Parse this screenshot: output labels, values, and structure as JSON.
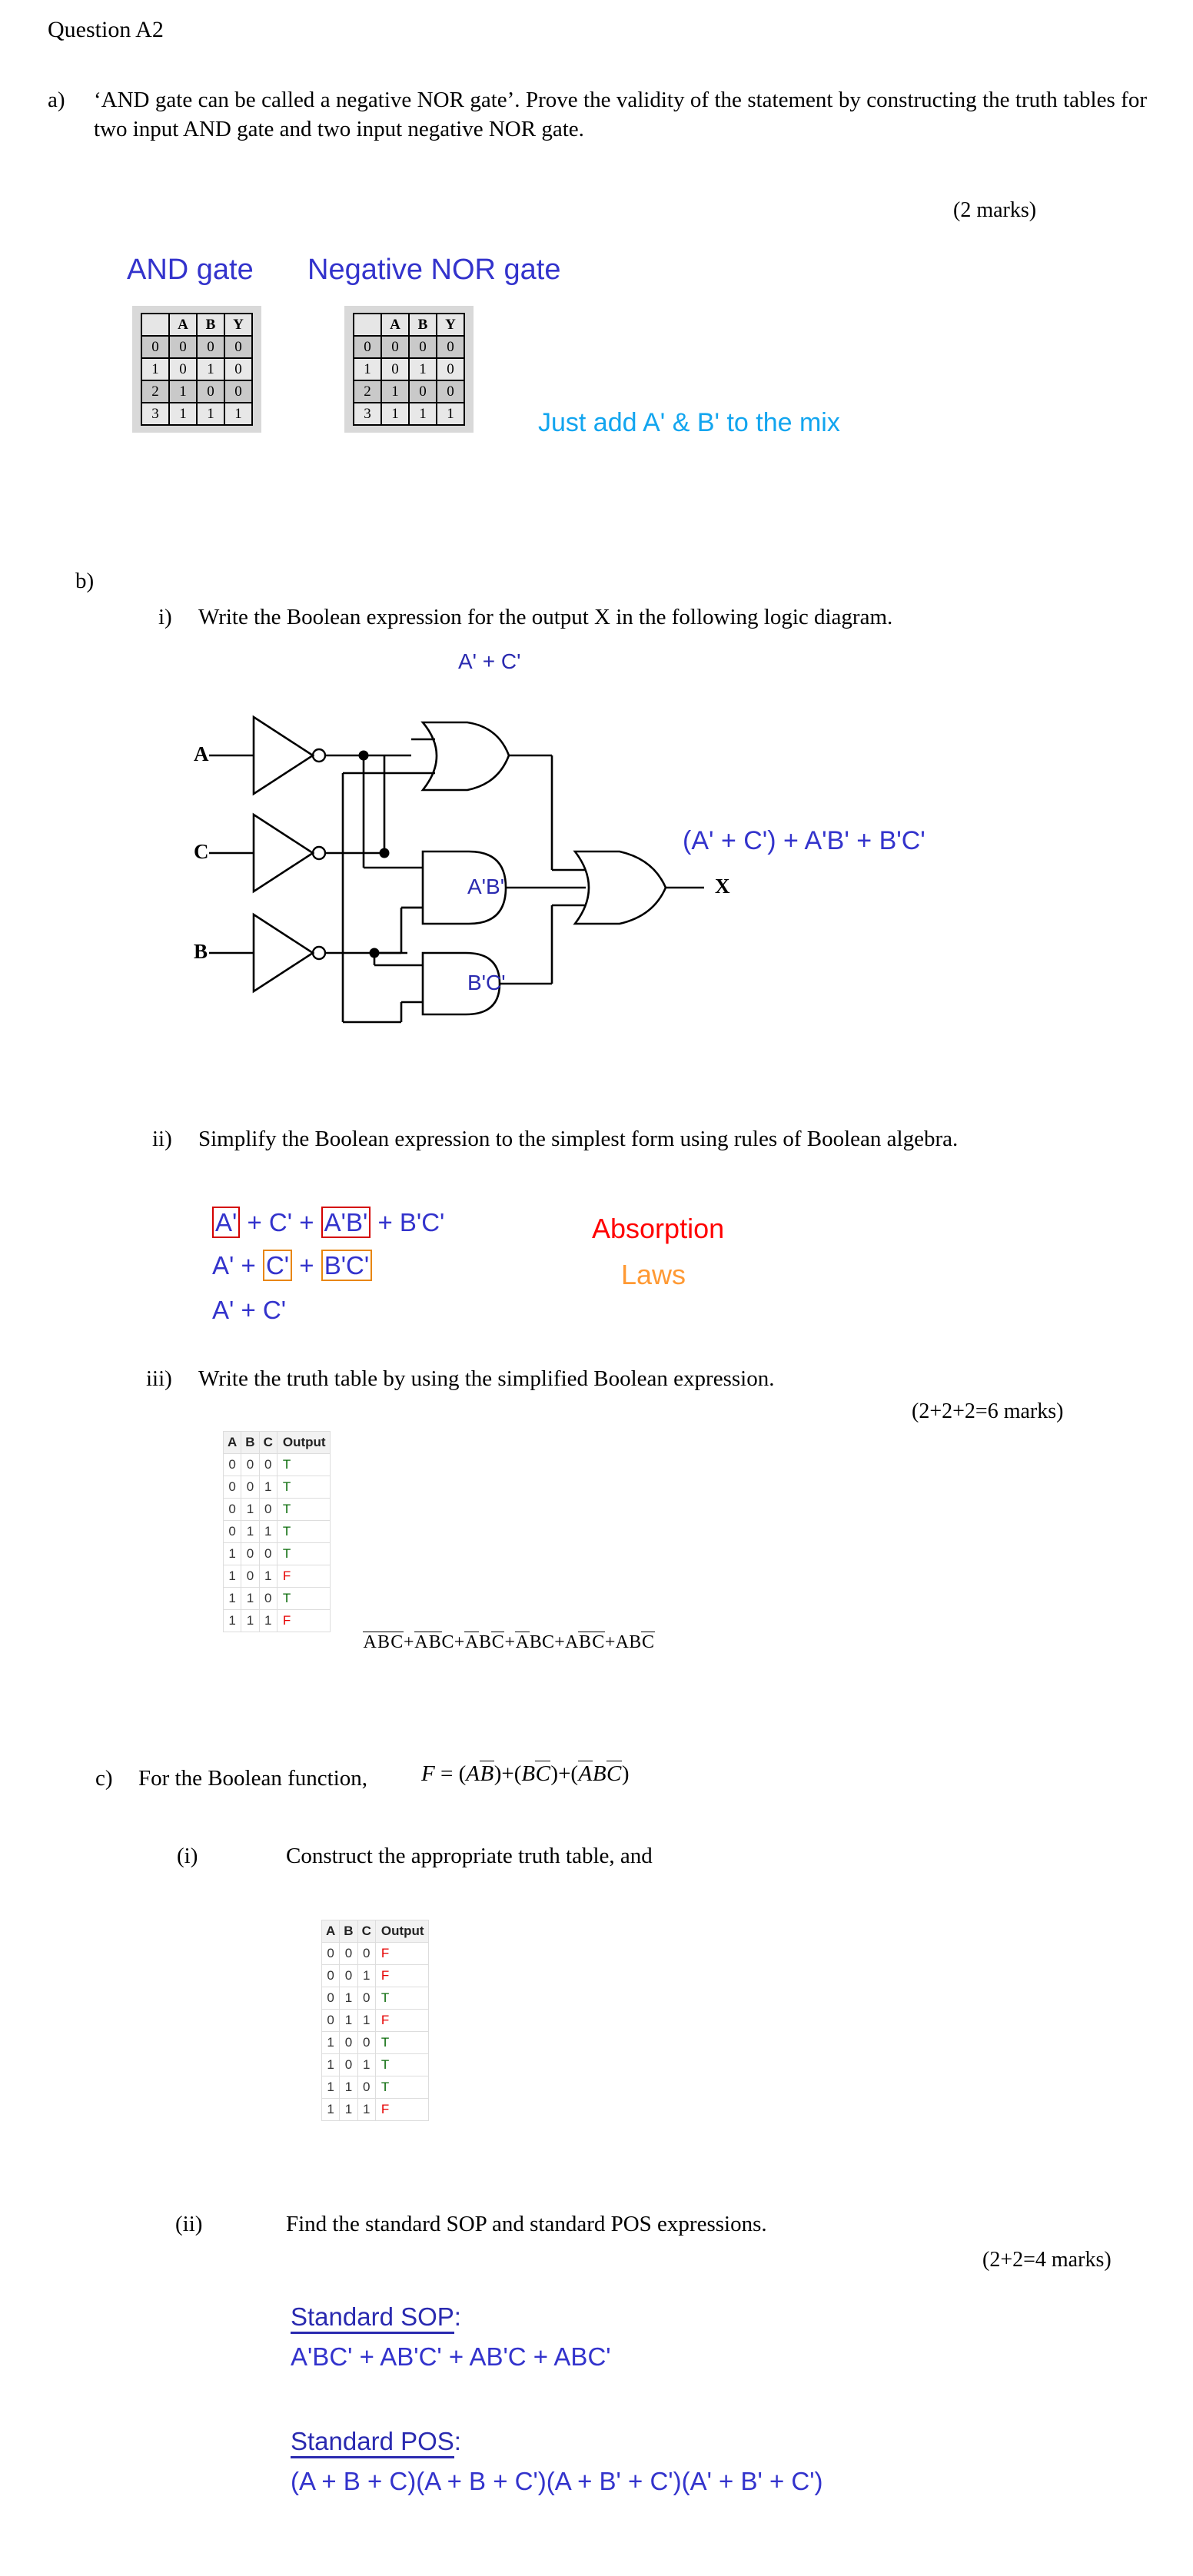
{
  "question": {
    "title": "Question A2"
  },
  "part_a": {
    "marker": "a)",
    "text": "‘AND gate can be called a negative NOR gate’. Prove the validity of the statement by constructing the truth tables for two input AND gate and two input negative NOR gate.",
    "marks": "(2 marks)",
    "and_gate_label": "AND gate",
    "negative_nor_label": "Negative NOR gate",
    "note": "Just add A' & B' to the mix",
    "and_table": {
      "headers": [
        "",
        "A",
        "B",
        "Y"
      ],
      "rows": [
        [
          "0",
          "0",
          "0",
          "0"
        ],
        [
          "1",
          "0",
          "1",
          "0"
        ],
        [
          "2",
          "1",
          "0",
          "0"
        ],
        [
          "3",
          "1",
          "1",
          "1"
        ]
      ]
    },
    "nor_table": {
      "headers": [
        "",
        "A",
        "B",
        "Y"
      ],
      "rows": [
        [
          "0",
          "0",
          "0",
          "0"
        ],
        [
          "1",
          "0",
          "1",
          "0"
        ],
        [
          "2",
          "1",
          "0",
          "0"
        ],
        [
          "3",
          "1",
          "1",
          "1"
        ]
      ]
    }
  },
  "part_b": {
    "marker": "b)",
    "i": {
      "marker": "i)",
      "text": "Write the Boolean expression for the output X in the following logic diagram."
    },
    "diagram": {
      "input_a": "A",
      "input_b": "B",
      "input_c": "C",
      "output": "X",
      "label_or_top": "A' + C'",
      "label_and_mid": "A'B'",
      "label_and_bot": "B'C'",
      "result_expression": "(A' + C') + A'B' + B'C'"
    },
    "ii": {
      "marker": "ii)",
      "text": "Simplify the Boolean expression to the simplest form using rules of Boolean algebra.",
      "line1": {
        "t1": "A'",
        "t2": "+ C' +",
        "t3": "A'B'",
        "t4": "+ B'C'"
      },
      "line2": {
        "t1": "A' +",
        "t2": "C'",
        "t3": "+",
        "t4": "B'C'"
      },
      "line3": "A' + C'",
      "law_line1": "Absorption",
      "law_line2": "Laws"
    },
    "iii": {
      "marker": "iii)",
      "text": "Write the truth table by using the simplified Boolean expression.",
      "marks": "(2+2+2=6 marks)",
      "table": {
        "headers": [
          "A",
          "B",
          "C",
          "Output"
        ],
        "rows": [
          [
            "0",
            "0",
            "0",
            "T"
          ],
          [
            "0",
            "0",
            "1",
            "T"
          ],
          [
            "0",
            "1",
            "0",
            "T"
          ],
          [
            "0",
            "1",
            "1",
            "T"
          ],
          [
            "1",
            "0",
            "0",
            "T"
          ],
          [
            "1",
            "0",
            "1",
            "F"
          ],
          [
            "1",
            "1",
            "0",
            "T"
          ],
          [
            "1",
            "1",
            "1",
            "F"
          ]
        ]
      },
      "sop_terms": [
        {
          "a": "over",
          "b": "over",
          "c": "over"
        },
        {
          "a": "over",
          "b": "over",
          "c": "plain"
        },
        {
          "a": "over",
          "b": "plain",
          "c": "over"
        },
        {
          "a": "over",
          "b": "plain",
          "c": "plain"
        },
        {
          "a": "plain",
          "b": "over",
          "c": "over"
        },
        {
          "a": "plain",
          "b": "plain",
          "c": "over"
        }
      ]
    }
  },
  "part_c": {
    "marker": "c)",
    "lead": "For the Boolean function,",
    "function_label": "F",
    "equals": "=",
    "i": {
      "marker": "(i)",
      "text": "Construct the appropriate truth table, and",
      "table": {
        "headers": [
          "A",
          "B",
          "C",
          "Output"
        ],
        "rows": [
          [
            "0",
            "0",
            "0",
            "F"
          ],
          [
            "0",
            "0",
            "1",
            "F"
          ],
          [
            "0",
            "1",
            "0",
            "T"
          ],
          [
            "0",
            "1",
            "1",
            "F"
          ],
          [
            "1",
            "0",
            "0",
            "T"
          ],
          [
            "1",
            "0",
            "1",
            "T"
          ],
          [
            "1",
            "1",
            "0",
            "T"
          ],
          [
            "1",
            "1",
            "1",
            "F"
          ]
        ]
      }
    },
    "ii": {
      "marker": "(ii)",
      "text": "Find the standard SOP and standard POS expressions.",
      "marks": "(2+2=4 marks)",
      "sop_heading": "Standard SOP",
      "sop_colon": ":",
      "sop_expr": "A'BC' + AB'C' + AB'C + ABC'",
      "pos_heading": "Standard POS",
      "pos_colon": ":",
      "pos_expr": "(A + B + C)(A + B + C')(A + B' + C')(A' + B' + C')"
    }
  },
  "colors": {
    "blue": "#3333cc",
    "cyan": "#12a5ef",
    "red": "#ff0000",
    "orange": "#ff9933",
    "green": "#0a6b0a",
    "table_grey": "#d9d9d9"
  }
}
